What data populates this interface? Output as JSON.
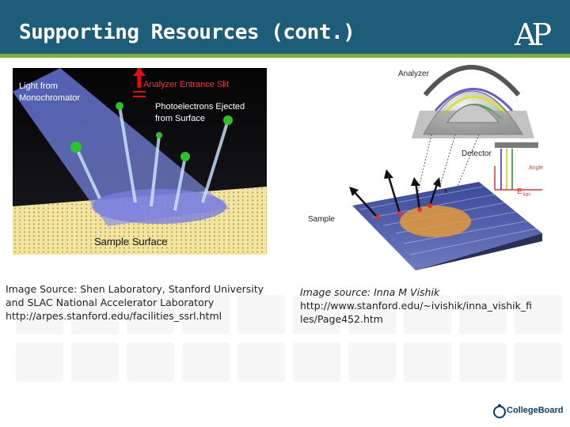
{
  "slide": {
    "title": "Supporting Resources (cont.)",
    "logo_text": "AP"
  },
  "left_figure": {
    "label_light": "Light from",
    "label_light2": "Monochromator",
    "label_slit": "Analyzer Entrance Slit",
    "label_photo1": "Photoelectrons Ejected",
    "label_photo2": "from Surface",
    "label_surface": "Sample Surface"
  },
  "right_figure": {
    "label_analyzer": "Analyzer",
    "label_detector": "Detector",
    "label_sample": "Sample",
    "label_angle": "Angle",
    "label_ekin": "E",
    "label_ekin_sub": "kin",
    "label_e": "e⁻"
  },
  "captions": {
    "left_line1": "Image Source: Shen Laboratory, Stanford University",
    "left_line2": "and SLAC National Accelerator Laboratory",
    "left_line3": "http://arpes.stanford.edu/facilities_ssrl.html",
    "right_line1": "Image source: Inna M Vishik",
    "right_line2": "http://www.stanford.edu/~ivishik/inna_vishik_fi",
    "right_line3": "les/Page452.htm"
  },
  "footer": {
    "brand": "CollegeBoard"
  },
  "colors": {
    "header": "#1e5d7a",
    "accent_green": "#7bb03c"
  }
}
